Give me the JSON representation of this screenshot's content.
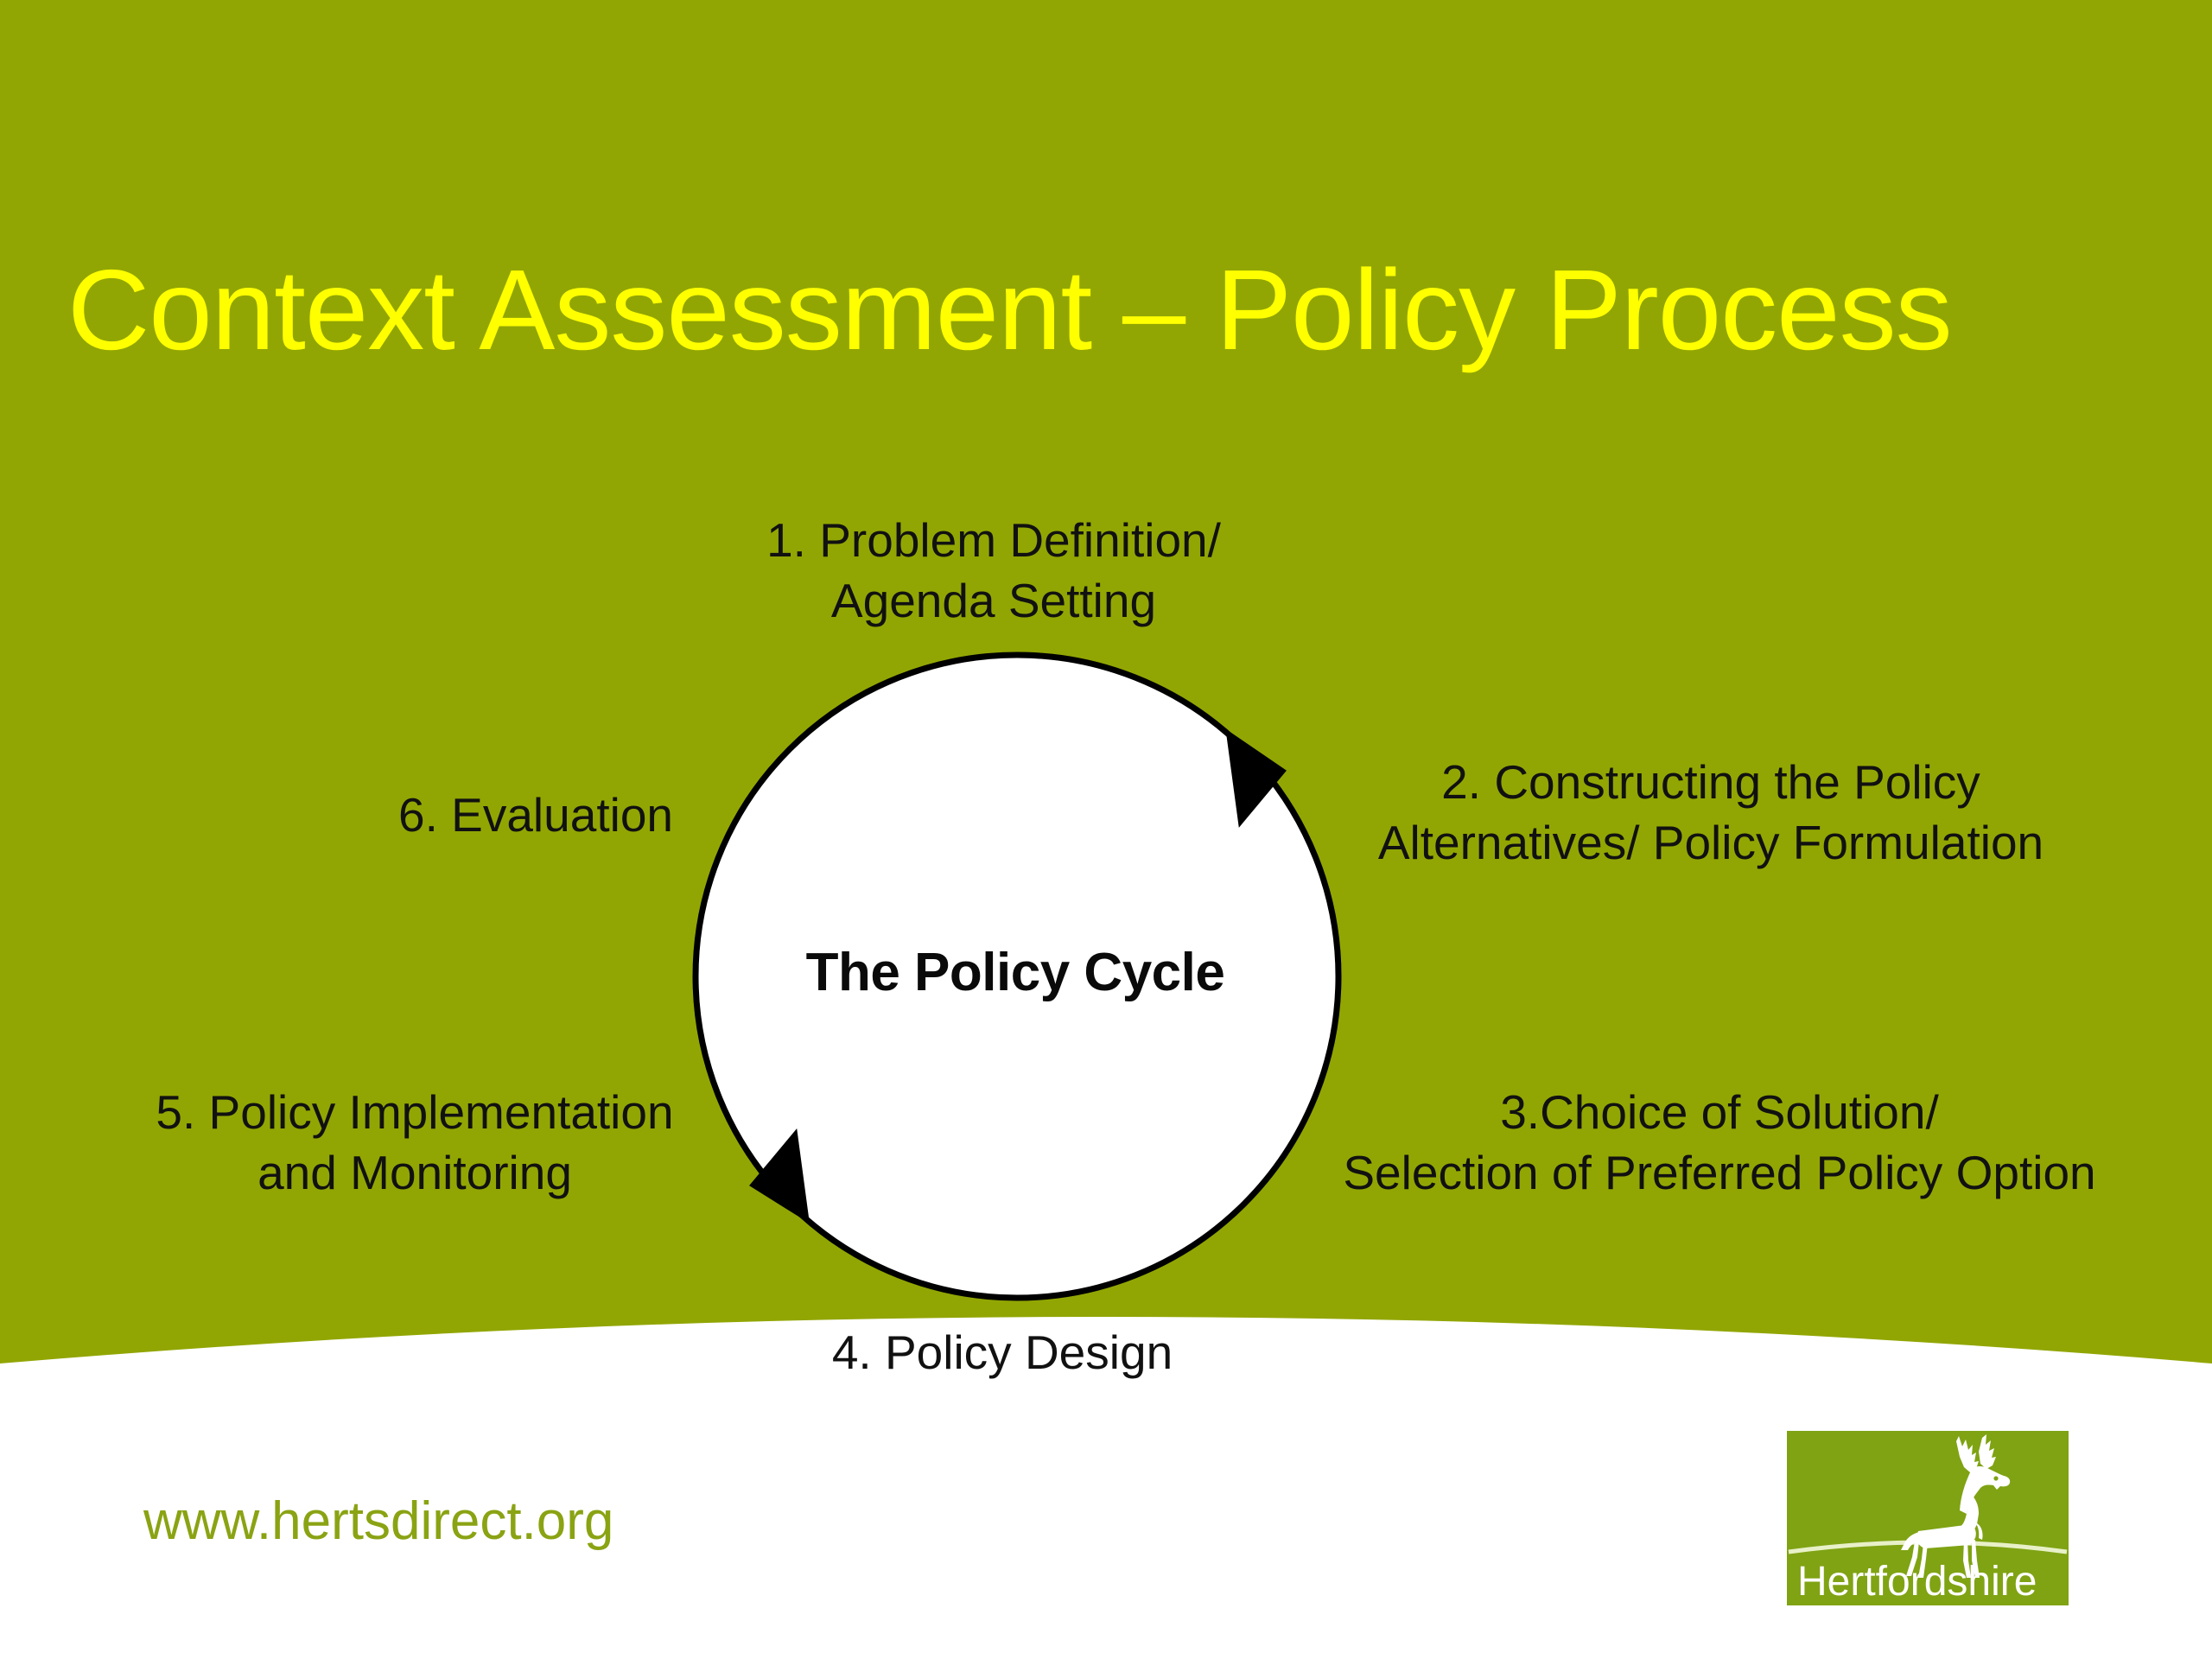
{
  "slide": {
    "title": "Context Assessment – Policy Process",
    "background_color": "#92a603",
    "title_color": "#ffff00",
    "footer_background_color": "#ffffff"
  },
  "diagram": {
    "center_label": "The Policy Cycle",
    "circle_fill": "#ffffff",
    "circle_stroke": "#000000",
    "arrow_color": "#000000",
    "label_color": "#111111",
    "steps": [
      {
        "number": "1.",
        "label": "1. Problem Definition/\nAgenda Setting",
        "position": "top"
      },
      {
        "number": "2.",
        "label": "2. Constructing the Policy\nAlternatives/ Policy Formulation",
        "position": "upper-right"
      },
      {
        "number": "3.",
        "label": "3.Choice of Solution/\nSelection of Preferred Policy Option",
        "position": "lower-right"
      },
      {
        "number": "4.",
        "label": "4. Policy Design",
        "position": "bottom"
      },
      {
        "number": "5.",
        "label": "5. Policy Implementation\nand Monitoring",
        "position": "lower-left"
      },
      {
        "number": "6.",
        "label": "6. Evaluation",
        "position": "upper-left"
      }
    ]
  },
  "footer": {
    "url": "www.hertsdirect.org",
    "url_color": "#8aa313"
  },
  "logo": {
    "name": "Hertfordshire",
    "wordmark": "Hertfordshire",
    "box_color": "#7fa313",
    "mark_color": "#ffffff",
    "icon": "stag-icon"
  }
}
